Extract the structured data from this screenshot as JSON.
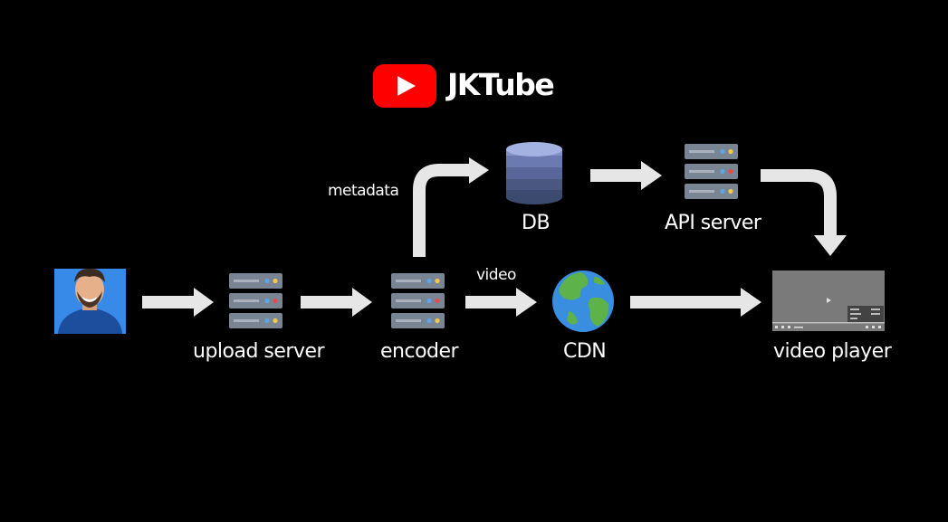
{
  "brand": {
    "name": "JKTube",
    "logo_color": "#FF0000"
  },
  "nodes": {
    "creator": {
      "label": ""
    },
    "upload_server": {
      "label": "upload server"
    },
    "encoder": {
      "label": "encoder"
    },
    "db": {
      "label": "DB"
    },
    "api_server": {
      "label": "API server"
    },
    "cdn": {
      "label": "CDN"
    },
    "video_player": {
      "label": "video player"
    }
  },
  "edges": {
    "metadata": "metadata",
    "video": "video"
  },
  "colors": {
    "background": "#000000",
    "arrow": "#E6E6E6",
    "server": "#7A8593",
    "db": "#5A6890"
  },
  "icons": {
    "creator": "person-photo",
    "server": "server-rack-icon",
    "db": "database-icon",
    "cdn": "globe-icon",
    "player": "video-player-icon"
  }
}
